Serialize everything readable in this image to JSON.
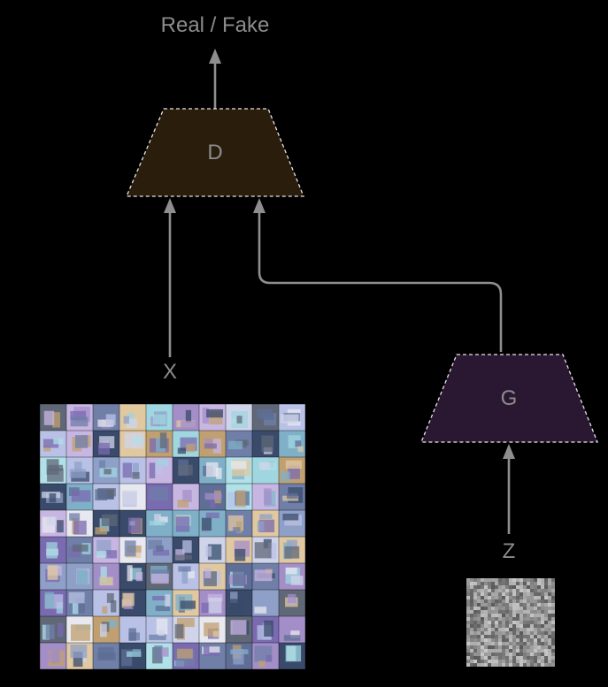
{
  "labels": {
    "output": "Real / Fake",
    "discriminator": "D",
    "generator": "G",
    "real_input": "X",
    "noise_input": "Z"
  },
  "colors": {
    "background": "#000000",
    "discriminator_fill": "#2a1d0c",
    "generator_fill": "#2a1832",
    "arrow": "#8e8e8e",
    "text": "#8c8c8c"
  },
  "image_grid": {
    "rows": 10,
    "cols": 10,
    "content": "sample image thumbnails"
  },
  "noise_image": {
    "content": "random noise"
  }
}
